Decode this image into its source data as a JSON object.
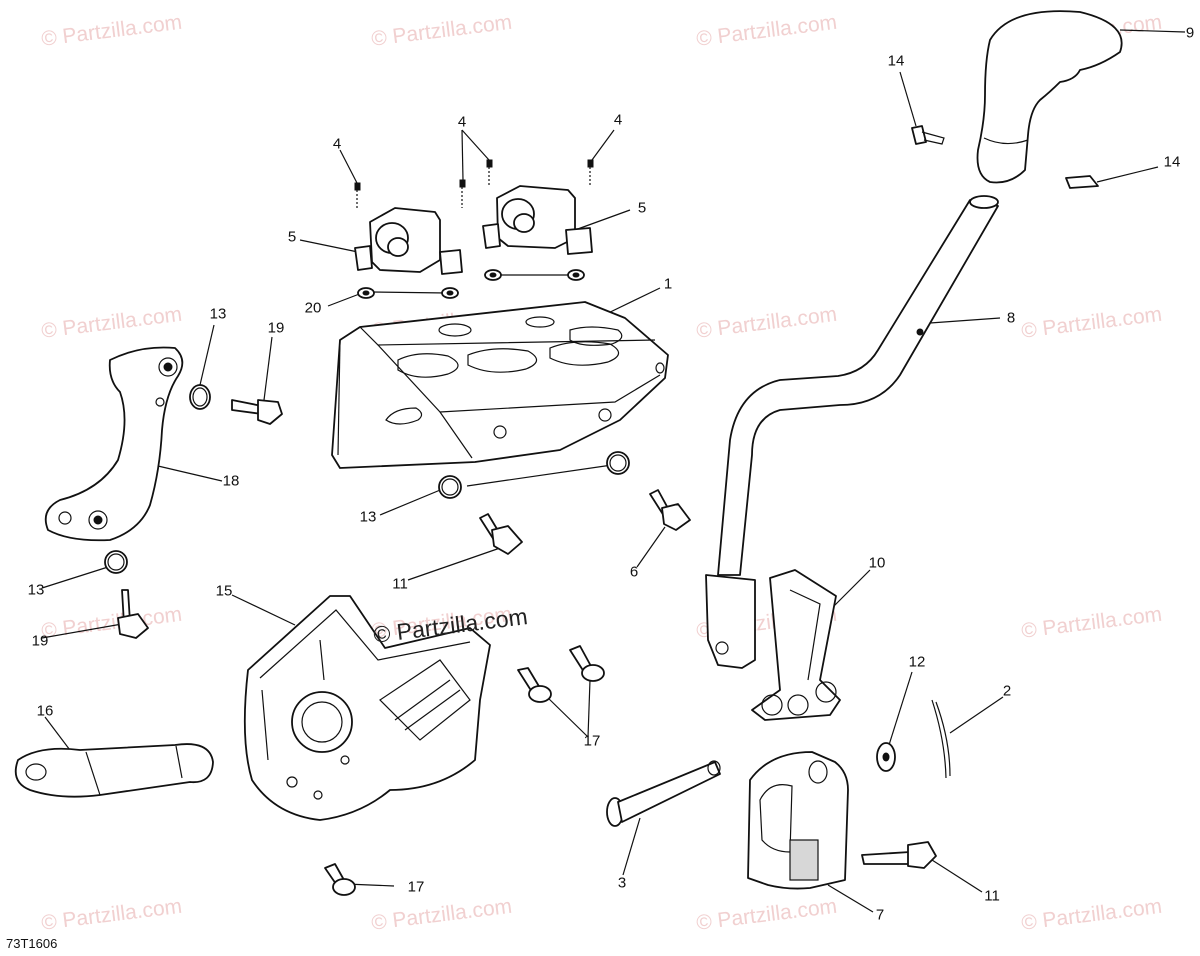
{
  "watermark": {
    "text": "© Partzilla.com",
    "center_text": "© Partzilla.com"
  },
  "diagram_code": "73T1606",
  "callouts": [
    {
      "id": "1",
      "label": "1"
    },
    {
      "id": "2",
      "label": "2"
    },
    {
      "id": "3",
      "label": "3"
    },
    {
      "id": "4a",
      "label": "4"
    },
    {
      "id": "4b",
      "label": "4"
    },
    {
      "id": "4c",
      "label": "4"
    },
    {
      "id": "5a",
      "label": "5"
    },
    {
      "id": "5b",
      "label": "5"
    },
    {
      "id": "6",
      "label": "6"
    },
    {
      "id": "7",
      "label": "7"
    },
    {
      "id": "8",
      "label": "8"
    },
    {
      "id": "9",
      "label": "9"
    },
    {
      "id": "10",
      "label": "10"
    },
    {
      "id": "11a",
      "label": "11"
    },
    {
      "id": "11b",
      "label": "11"
    },
    {
      "id": "12",
      "label": "12"
    },
    {
      "id": "13a",
      "label": "13"
    },
    {
      "id": "13b",
      "label": "13"
    },
    {
      "id": "13c",
      "label": "13"
    },
    {
      "id": "14a",
      "label": "14"
    },
    {
      "id": "14b",
      "label": "14"
    },
    {
      "id": "15",
      "label": "15"
    },
    {
      "id": "16",
      "label": "16"
    },
    {
      "id": "17a",
      "label": "17"
    },
    {
      "id": "17b",
      "label": "17"
    },
    {
      "id": "18",
      "label": "18"
    },
    {
      "id": "19a",
      "label": "19"
    },
    {
      "id": "19b",
      "label": "19"
    },
    {
      "id": "20",
      "label": "20"
    }
  ]
}
